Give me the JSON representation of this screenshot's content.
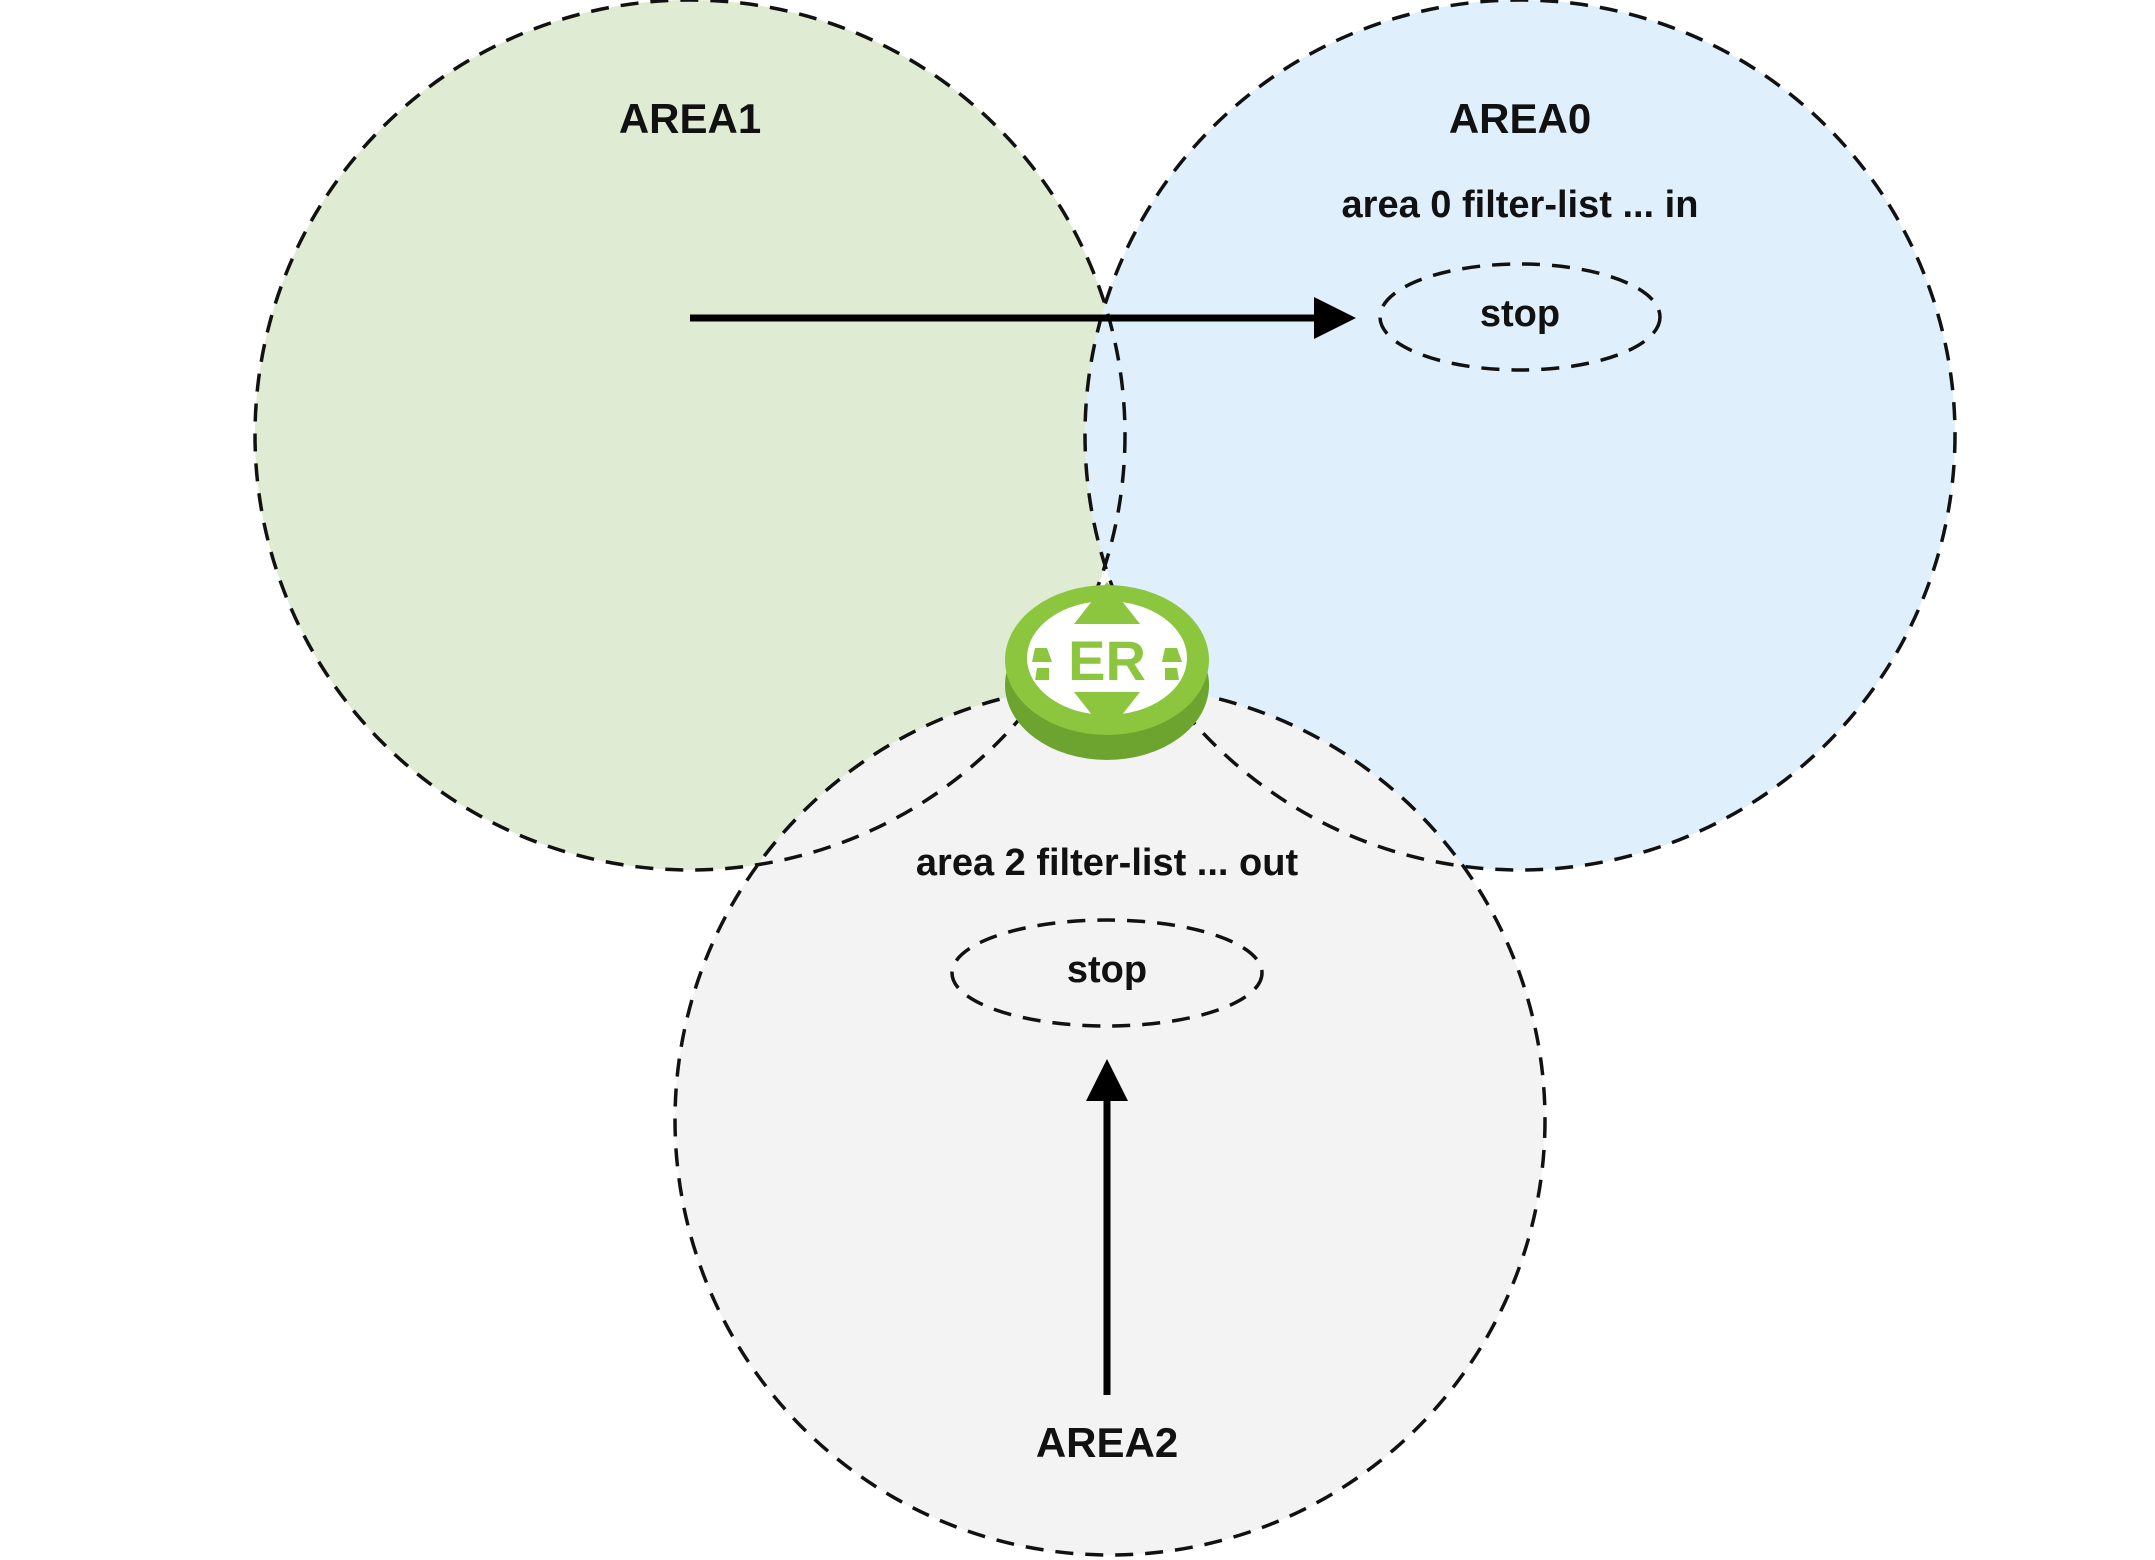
{
  "areas": {
    "area1": {
      "title": "AREA1",
      "fill": "#e0ebd3"
    },
    "area0": {
      "title": "AREA0",
      "filter": "area 0 filter-list ... in",
      "stop": "stop",
      "fill": "#dff0fc"
    },
    "area2": {
      "title": "AREA2",
      "filter": "area 2 filter-list ... out",
      "stop": "stop",
      "fill": "#f3f3f3"
    }
  },
  "router": {
    "label": "ER",
    "icon": "router-icon",
    "color": "#8cc63f",
    "dark_color": "#6da32f"
  },
  "colors": {
    "border": "#111111",
    "arrow": "#000000"
  }
}
